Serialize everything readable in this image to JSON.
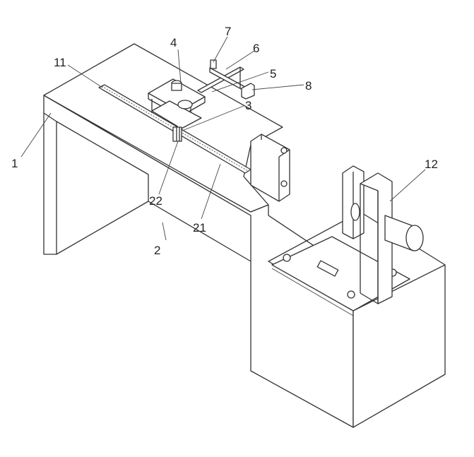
{
  "labels": {
    "l1": "1",
    "l2": "2",
    "l3": "3",
    "l4": "4",
    "l5": "5",
    "l6": "6",
    "l7": "7",
    "l8": "8",
    "l11": "11",
    "l12": "12",
    "l21": "21",
    "l22": "22"
  }
}
